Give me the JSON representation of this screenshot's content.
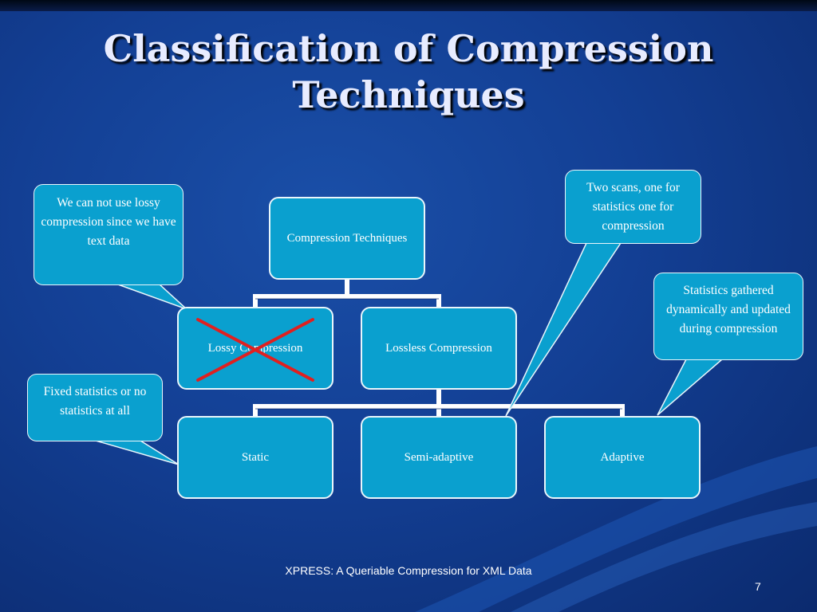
{
  "slide": {
    "title": "Classification of Compression Techniques",
    "footer": "XPRESS: A Queriable Compression for XML Data",
    "page_number": "7"
  },
  "diagram": {
    "root": "Compression Techniques",
    "lossy": "Lossy Compression",
    "lossless": "Lossless Compression",
    "static": "Static",
    "semi_adaptive": "Semi-adaptive",
    "adaptive": "Adaptive"
  },
  "callouts": {
    "lossy_note": "We can not use lossy compression since we have text data",
    "static_note": "Fixed statistics or no statistics at all",
    "semi_adaptive_note": "Two scans, one for statistics one for compression",
    "adaptive_note": "Statistics gathered dynamically and updated during compression"
  },
  "colors": {
    "node_fill": "#0aa0cf",
    "connector": "#ffffff",
    "cross_mark": "#e02020"
  }
}
